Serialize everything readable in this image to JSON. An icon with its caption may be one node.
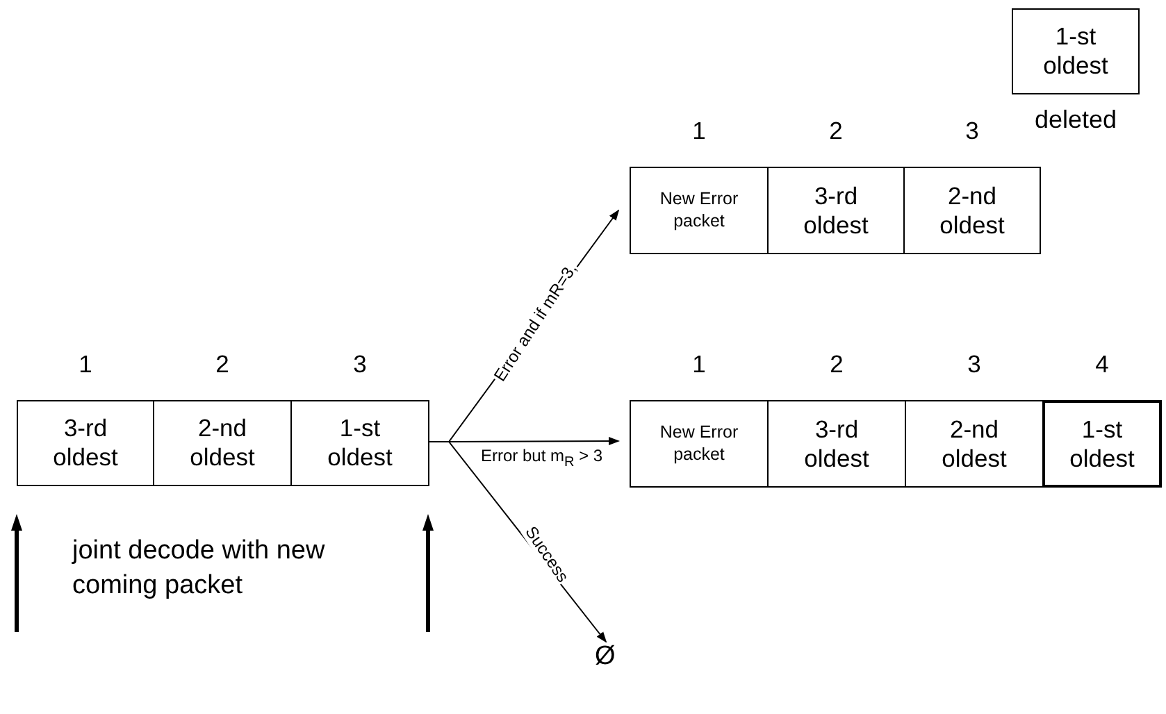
{
  "diagram": {
    "nodes": [
      {
        "text": [
          "3-rd oldest"
        ],
        "beside": [
          "1"
        ]
      },
      {
        "text": [
          "2-nd oldest"
        ],
        "beside": [
          "2"
        ]
      },
      {
        "text": [
          "1-st oldest"
        ],
        "beside": [
          "3"
        ]
      },
      {
        "text": [
          "New Error packet"
        ],
        "beside": [
          "1"
        ]
      },
      {
        "text": [
          "3-rd oldest"
        ],
        "beside": [
          "2"
        ]
      },
      {
        "text": [
          "2-nd oldest"
        ],
        "beside": [
          "3"
        ]
      },
      {
        "text": [
          "1-st oldest"
        ],
        "beside": [
          "deleted"
        ]
      },
      {
        "text": [
          "New Error packet"
        ],
        "beside": [
          "1"
        ]
      },
      {
        "text": [
          "3-rd oldest"
        ],
        "beside": [
          "2"
        ]
      },
      {
        "text": [
          "2-nd oldest"
        ],
        "beside": [
          "3"
        ]
      },
      {
        "text": [
          "1-st oldest"
        ],
        "beside": [
          "4"
        ]
      },
      {
        "text": [
          "Ø"
        ]
      }
    ],
    "edges": [
      {
        "from": 2,
        "to": 3,
        "arrow": "to",
        "label": "Error and if mR=3,"
      },
      {
        "from": 2,
        "to": 7,
        "arrow": "to",
        "label": "Error but m$_{R}$ > 3"
      },
      {
        "from": 2,
        "to": 11,
        "arrow": "to",
        "label": "Success"
      }
    ],
    "labels": [
      "joint decode with new coming packet"
    ]
  }
}
